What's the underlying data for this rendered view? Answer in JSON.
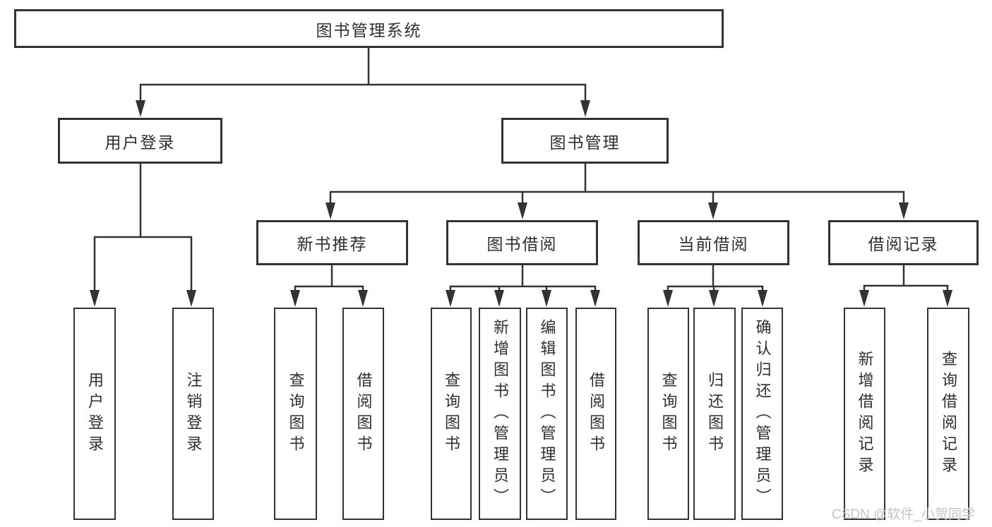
{
  "tree": {
    "label": "图书管理系统",
    "children": [
      {
        "label": "用户登录",
        "children": [
          {
            "label": "用户登录"
          },
          {
            "label": "注销登录"
          }
        ]
      },
      {
        "label": "图书管理",
        "children": [
          {
            "label": "新书推荐",
            "children": [
              {
                "label": "查询图书"
              },
              {
                "label": "借阅图书"
              }
            ]
          },
          {
            "label": "图书借阅",
            "children": [
              {
                "label": "查询图书"
              },
              {
                "label": "新增图书（管理员）"
              },
              {
                "label": "编辑图书（管理员）"
              },
              {
                "label": "借阅图书"
              }
            ]
          },
          {
            "label": "当前借阅",
            "children": [
              {
                "label": "查询图书"
              },
              {
                "label": "归还图书"
              },
              {
                "label": "确认归还（管理员）"
              }
            ]
          },
          {
            "label": "借阅记录",
            "children": [
              {
                "label": "新增借阅记录"
              },
              {
                "label": "查询借阅记录"
              }
            ]
          }
        ]
      }
    ]
  },
  "watermark": {
    "text": "CSDN @软件_小贺同学"
  },
  "colors": {
    "line": "#333333",
    "text": "#2f2f2f",
    "background": "#ffffff",
    "watermark": "#c4c4c4"
  }
}
